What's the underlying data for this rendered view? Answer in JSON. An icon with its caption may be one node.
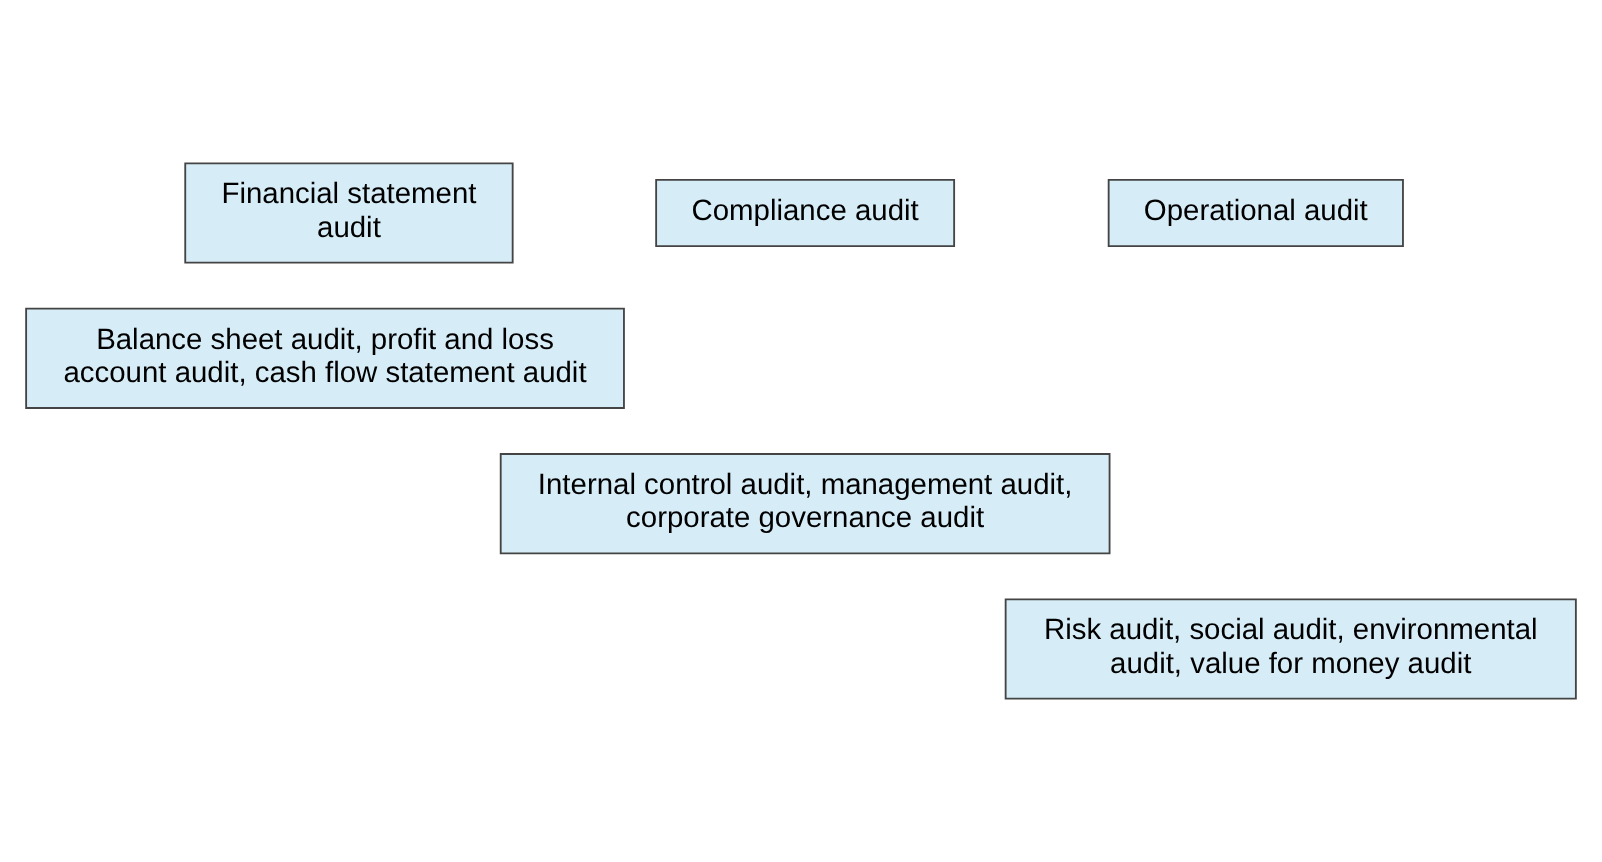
{
  "diagram": {
    "nodes": [
      {
        "text": [
          "Financial statement audit"
        ]
      },
      {
        "text": [
          "Compliance audit"
        ]
      },
      {
        "text": [
          "Operational audit"
        ]
      },
      {
        "text": [
          "Balance sheet audit, profit and loss account audit, cash flow statement audit"
        ]
      },
      {
        "text": [
          "Internal control audit, management audit, corporate governance audit"
        ]
      },
      {
        "text": [
          "Risk audit, social audit, environmental audit, value for money audit"
        ]
      }
    ]
  }
}
